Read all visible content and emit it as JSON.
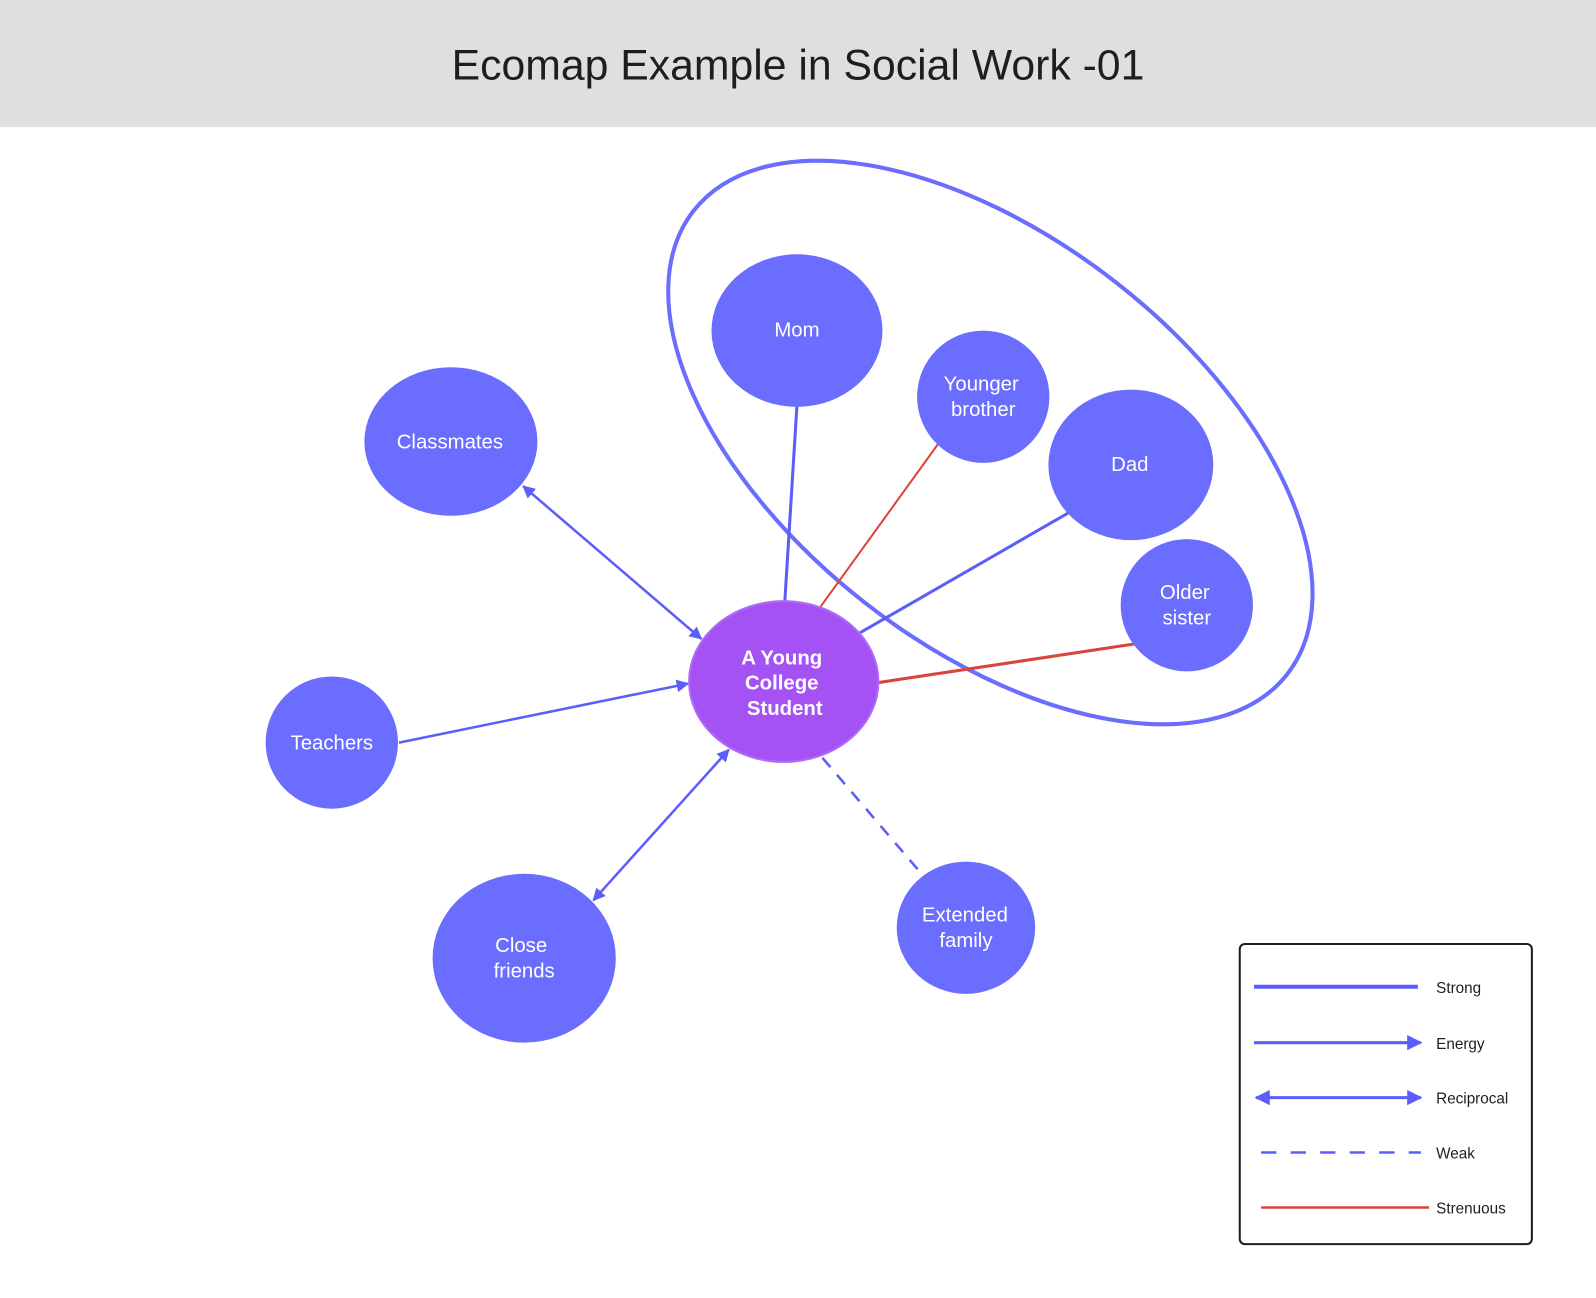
{
  "title": "Ecomap Example in Social Work -01",
  "colors": {
    "node": "#6a6dfd",
    "center": "#a552f5",
    "strong": "#5b5ef8",
    "strenuous": "#d9453d",
    "header_bg": "#dedfe1"
  },
  "center": {
    "lines": [
      "A Young",
      "College",
      "Student"
    ]
  },
  "nodes": {
    "mom": {
      "lines": [
        "Mom"
      ]
    },
    "younger_brother": {
      "lines": [
        "Younger",
        "brother"
      ]
    },
    "dad": {
      "lines": [
        "Dad"
      ]
    },
    "older_sister": {
      "lines": [
        "Older",
        "sister"
      ]
    },
    "classmates": {
      "lines": [
        "Classmates"
      ]
    },
    "teachers": {
      "lines": [
        "Teachers"
      ]
    },
    "close_friends": {
      "lines": [
        "Close",
        "friends"
      ]
    },
    "extended_family": {
      "lines": [
        "Extended",
        "family"
      ]
    }
  },
  "legend": {
    "strong": "Strong",
    "energy": "Energy",
    "reciprocal": "Reciprocal",
    "weak": "Weak",
    "strenuous": "Strenuous"
  }
}
